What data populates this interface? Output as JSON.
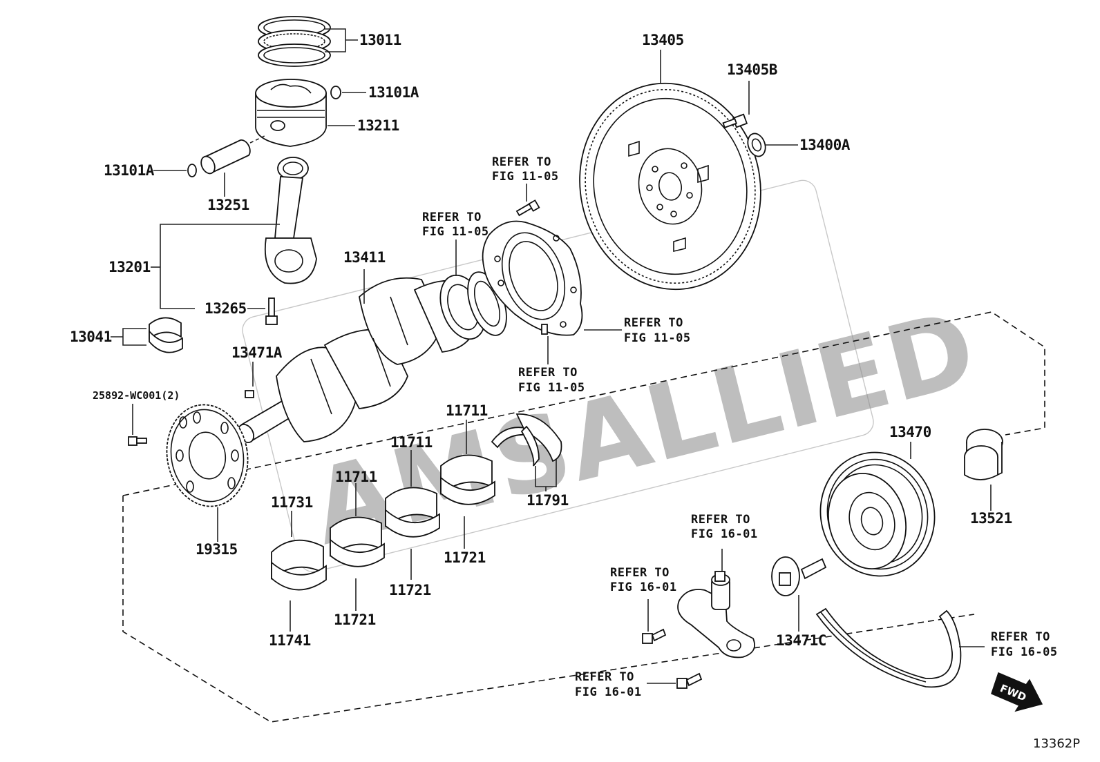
{
  "diagram": {
    "code": "13362P",
    "watermark": "AMSALLIED",
    "fwd_label": "FWD"
  },
  "labels": {
    "p13011": "13011",
    "p13101A_top": "13101A",
    "p13211": "13211",
    "p13101A_left": "13101A",
    "p13251": "13251",
    "p13201": "13201",
    "p13265": "13265",
    "p13041": "13041",
    "p13411": "13411",
    "p13471A": "13471A",
    "p25892": "25892-WC001(2)",
    "p19315": "19315",
    "p13405": "13405",
    "p13405B": "13405B",
    "p13400A": "13400A",
    "p11711_a": "11711",
    "p11711_b": "11711",
    "p11711_c": "11711",
    "p11731": "11731",
    "p11741": "11741",
    "p11721_a": "11721",
    "p11721_b": "11721",
    "p11721_c": "11721",
    "p11791": "11791",
    "p13470": "13470",
    "p13521": "13521",
    "p13471C": "13471C"
  },
  "refs": {
    "ref1105_top": [
      "REFER TO",
      "FIG 11-05"
    ],
    "ref1105_left": [
      "REFER TO",
      "FIG 11-05"
    ],
    "ref1105_right": [
      "REFER TO",
      "FIG 11-05"
    ],
    "ref1105_mid": [
      "REFER TO",
      "FIG 11-05"
    ],
    "ref1601_top": [
      "REFER TO",
      "FIG 16-01"
    ],
    "ref1601_mid": [
      "REFER TO",
      "FIG 16-01"
    ],
    "ref1601_bot": [
      "REFER TO",
      "FIG 16-01"
    ],
    "ref1605": [
      "REFER TO",
      "FIG 16-05"
    ]
  }
}
